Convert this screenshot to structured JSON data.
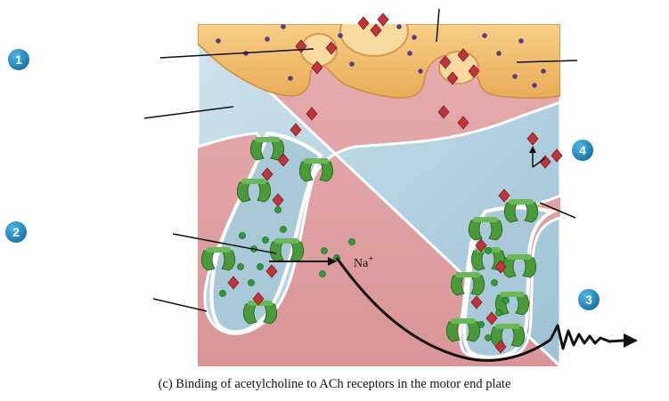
{
  "figure": {
    "caption": "(c) Binding of acetylcholine to ACh receptors in the motor end plate",
    "ion_label": "Na",
    "ion_charge": "+",
    "steps": [
      "1",
      "2",
      "3",
      "4"
    ]
  },
  "colors": {
    "badge": "#1a8bc7",
    "terminal": "#f2c071",
    "cleft": "#b9d6e3",
    "muscle": "#dfa0a3",
    "receptor": "#4b9a3a",
    "acetylcholine": "#c0343c",
    "sodium": "#2f9a3a",
    "vesicle_dot": "#5b3a8a"
  }
}
